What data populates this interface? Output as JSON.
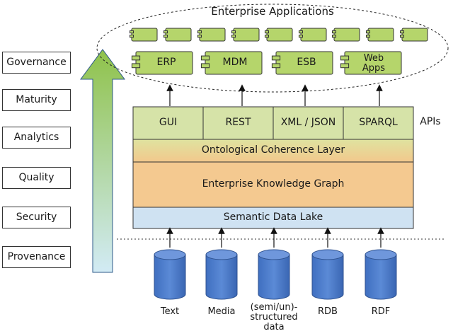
{
  "title": "Enterprise Applications",
  "side_labels": [
    "Governance",
    "Maturity",
    "Analytics",
    "Quality",
    "Security",
    "Provenance"
  ],
  "apps": [
    "ERP",
    "MDM",
    "ESB",
    "Web\nApps"
  ],
  "apis": [
    "GUI",
    "REST",
    "XML / JSON",
    "SPARQL"
  ],
  "apis_label": "APIs",
  "layers": {
    "coherence": "Ontological Coherence Layer",
    "graph": "Enterprise Knowledge Graph",
    "lake": "Semantic Data Lake"
  },
  "sources": [
    "Text",
    "Media",
    "(semi/un)-\nstructured data",
    "RDB",
    "RDF"
  ],
  "colors": {
    "app_green": "#b5d56b",
    "api_green": "#d6e3a8",
    "graph_orange": "#f4c990",
    "lake_blue": "#cfe2f2",
    "cylinder_blue": "#4472c4",
    "arrow_green": "#9dc95b",
    "arrow_blue": "#c9e4f0"
  }
}
